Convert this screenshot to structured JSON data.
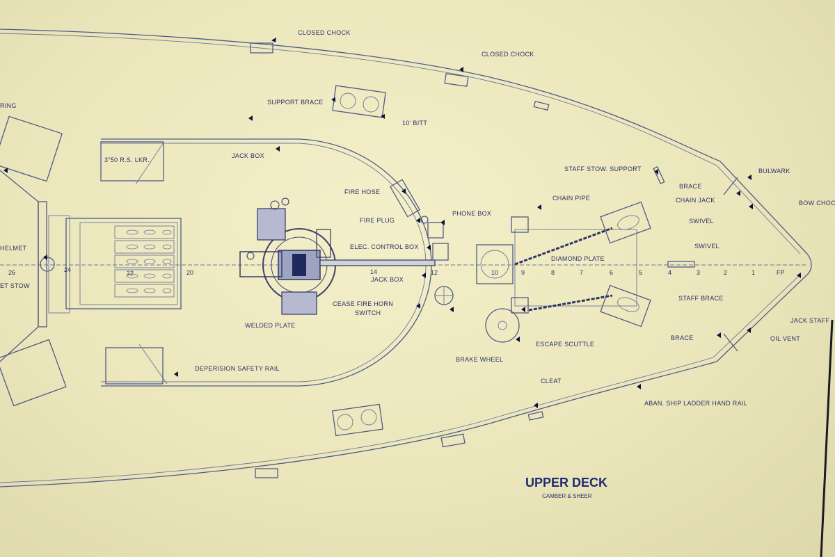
{
  "drawing": {
    "title": "UPPER DECK",
    "subtitle": "CAMBER & SHEER"
  },
  "labels": {
    "closed_chock_1": "CLOSED CHOCK",
    "closed_chock_2": "CLOSED CHOCK",
    "support_brace": "SUPPORT BRACE",
    "bitt": "10' BITT",
    "ring": "RING",
    "jack_box_1": "JACK BOX",
    "rs_locker": "3\"50 R.S. LKR.",
    "fire_hose": "FIRE HOSE",
    "fire_plug": "FIRE PLUG",
    "phone_box": "PHONE BOX",
    "elec_control_box": "ELEC. CONTROL BOX",
    "jack_box_2": "JACK BOX",
    "cease_fire_horn": "CEASE FIRE HORN",
    "switch": "SWITCH",
    "welded_plate": "WELDED PLATE",
    "depression_rail": "DEPERISION SAFETY RAIL",
    "brake_wheel": "BRAKE WHEEL",
    "escape_scuttle": "ESCAPE SCUTTLE",
    "cleat": "CLEAT",
    "aban_ship": "ABAN. SHIP LADDER HAND RAIL",
    "staff_stow_support": "STAFF STOW. SUPPORT",
    "chain_pipe": "CHAIN PIPE",
    "diamond_plate": "DIAMOND PLATE",
    "bulwark": "BULWARK",
    "brace_1": "BRACE",
    "chain_jack": "CHAIN JACK",
    "bow_chock": "BOW CHOCK",
    "swivel_1": "SWIVEL",
    "swivel_2": "SWIVEL",
    "staff_brace": "STAFF BRACE",
    "jack_staff": "JACK STAFF",
    "oil_vent": "OIL VENT",
    "brace_2": "BRACE",
    "helmet": "HELMET",
    "helmet_stow": "ET STOW"
  },
  "frames": {
    "f26": "26",
    "f24": "24",
    "f22": "22",
    "f20": "20",
    "f14": "14",
    "f12": "12",
    "f10": "10",
    "f9": "9",
    "f8": "8",
    "f7": "7",
    "f6": "6",
    "f5": "5",
    "f4": "4",
    "f3": "3",
    "f2": "2",
    "f1": "1",
    "fp": "FP"
  },
  "colors": {
    "paper": "#ece8bf",
    "ink": "#2b3168",
    "title_ink": "#1e2a73"
  }
}
